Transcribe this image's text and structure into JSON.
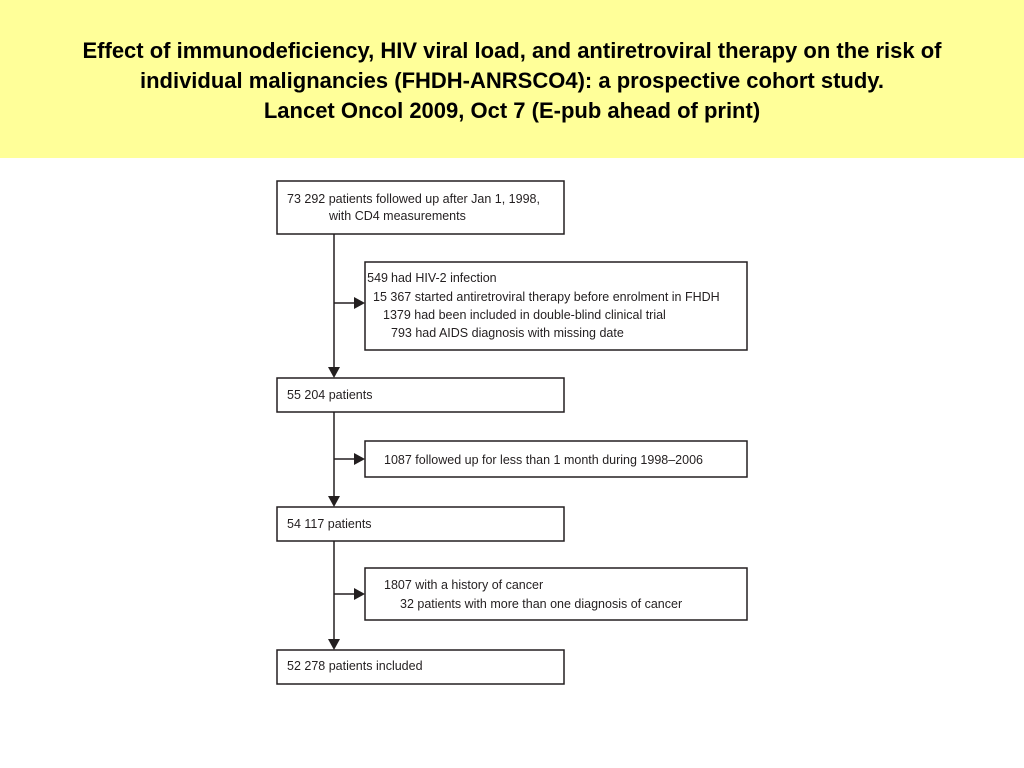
{
  "header": {
    "title_line1": "Effect of immunodeficiency, HIV viral load, and antiretroviral therapy on the risk of",
    "title_line2": "individual malignancies (FHDH-ANRSCO4): a prospective cohort study.",
    "title_line3": "Lancet Oncol 2009, Oct 7 (E-pub ahead of print)"
  },
  "flow": {
    "step1": {
      "line1": "73 292 patients followed up after Jan 1, 1998,",
      "line2": "with CD4 measurements"
    },
    "exclusion1": {
      "items": [
        "549 had HIV-2 infection",
        "15 367 started antiretroviral therapy before enrolment in FHDH",
        "1379 had been included in double-blind clinical trial",
        "793 had AIDS diagnosis with missing date"
      ]
    },
    "step2": {
      "label": "55 204 patients"
    },
    "exclusion2": {
      "items": [
        "1087 followed up for less than 1 month during 1998–2006"
      ]
    },
    "step3": {
      "label": "54 117 patients"
    },
    "exclusion3": {
      "items": [
        "1807 with a history of cancer",
        "32 patients with more than one diagnosis of cancer"
      ]
    },
    "step4": {
      "label": "52 278 patients included"
    }
  }
}
